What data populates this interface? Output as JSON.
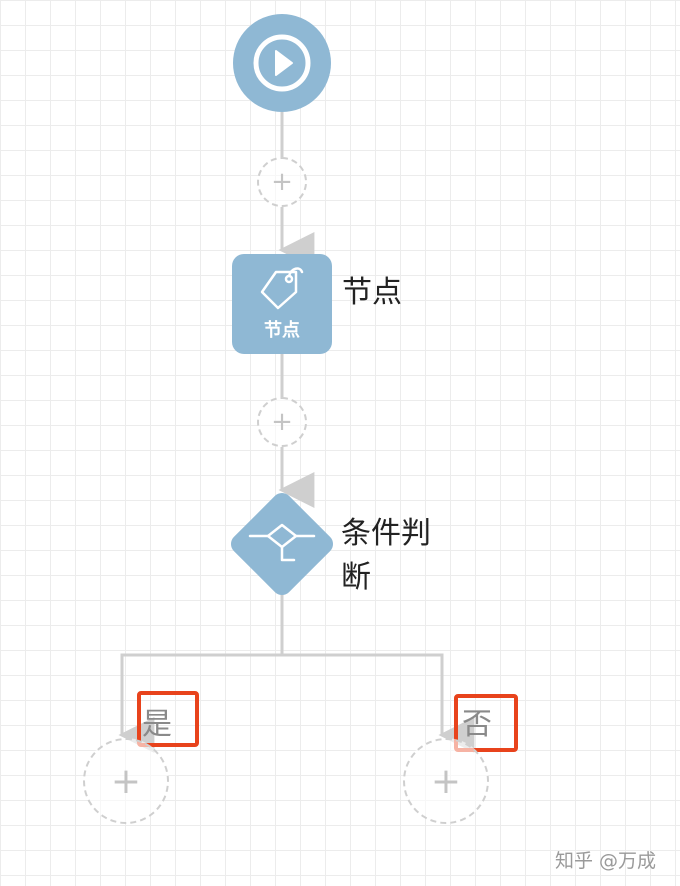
{
  "nodes": {
    "start": {
      "icon": "play-icon"
    },
    "task": {
      "icon": "tag-icon",
      "inner_label": "节点",
      "side_label": "节点"
    },
    "condition": {
      "icon": "branch-icon",
      "label_line1": "条件判",
      "label_line2": "断"
    }
  },
  "branches": {
    "yes": {
      "label": "是"
    },
    "no": {
      "label": "否"
    }
  },
  "add_button": {
    "symbol": "+"
  },
  "watermark": "知乎 @万成",
  "colors": {
    "node_fill": "#8fb8d4",
    "highlight": "#e8431c",
    "connector": "#cfcfcf"
  }
}
